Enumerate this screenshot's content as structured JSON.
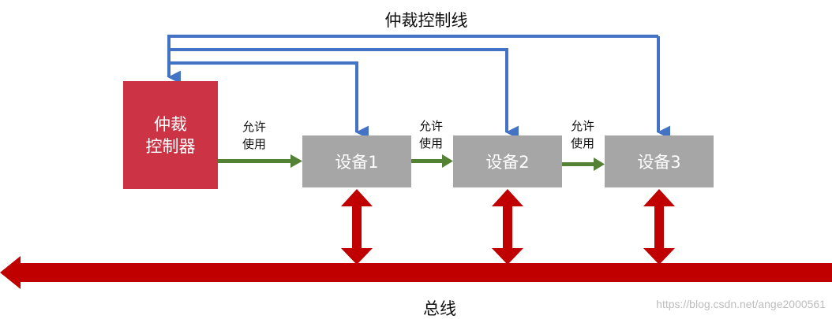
{
  "title": "仲裁控制线",
  "bus_label": "总线",
  "arbiter": {
    "line1": "仲裁",
    "line2": "控制器"
  },
  "devices": [
    "设备1",
    "设备2",
    "设备3"
  ],
  "grant_labels": [
    {
      "line1": "允许",
      "line2": "使用"
    },
    {
      "line1": "允许",
      "line2": "使用"
    },
    {
      "line1": "允许",
      "line2": "使用"
    }
  ],
  "watermark": "https://blog.csdn.net/ange2000561",
  "colors": {
    "arbiter": "#cc3344",
    "device": "#a6a6a6",
    "control_line": "#4472c4",
    "grant_arrow": "#548235",
    "bus": "#c00000"
  }
}
